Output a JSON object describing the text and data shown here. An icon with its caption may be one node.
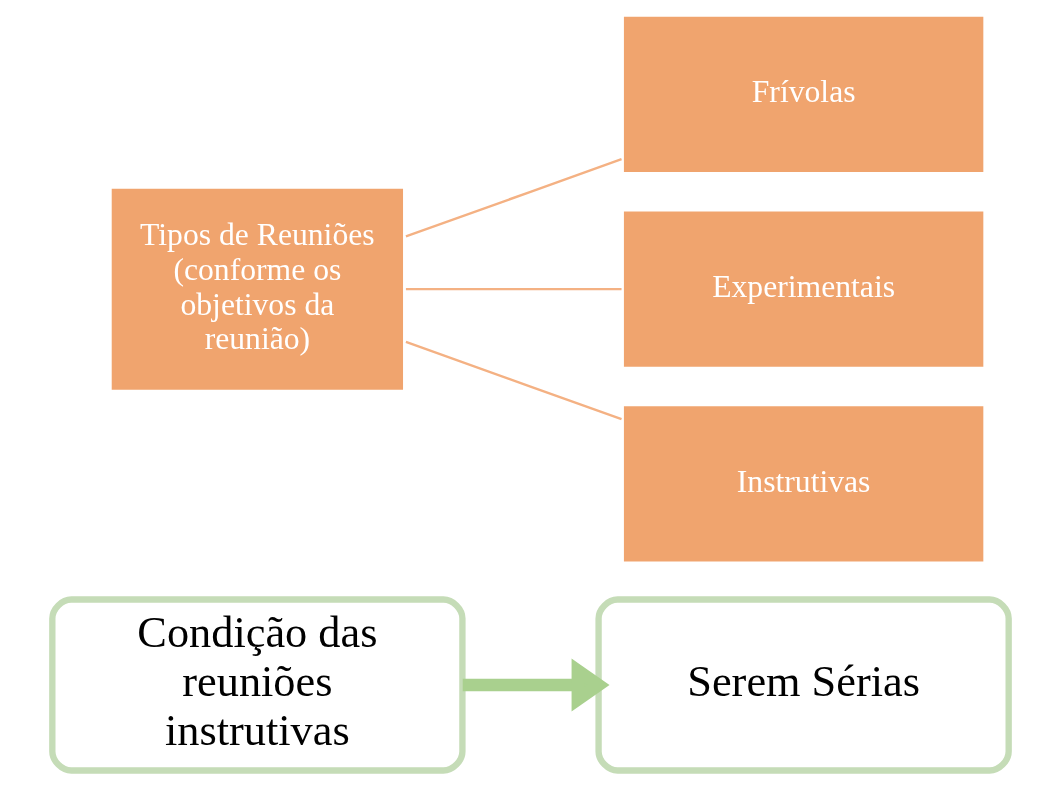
{
  "diagram": {
    "nodes": [
      {
        "text": [
          "Tipos de Reuniões (conforme os objetivos da reunião)"
        ]
      },
      {
        "text": [
          "Frívolas"
        ]
      },
      {
        "text": [
          "Experimentais"
        ]
      },
      {
        "text": [
          "Instrutivas"
        ]
      },
      {
        "text": [
          "Condição das reuniões instrutivas"
        ]
      },
      {
        "text": [
          "Serem Sérias"
        ]
      }
    ],
    "edges": [
      {
        "from": 0,
        "to": 1,
        "arrow": "none"
      },
      {
        "from": 0,
        "to": 2,
        "arrow": "none"
      },
      {
        "from": 0,
        "to": 3,
        "arrow": "none"
      },
      {
        "from": 4,
        "to": 5,
        "arrow": "to",
        "style": "thick",
        "color": "#a9d08e"
      }
    ]
  }
}
